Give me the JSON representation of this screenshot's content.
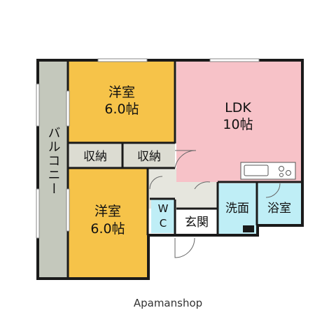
{
  "rooms": {
    "yoshitsu_top": {
      "line1": "洋室",
      "line2": "6.0帖"
    },
    "yoshitsu_bottom": {
      "line1": "洋室",
      "line2": "6.0帖"
    },
    "ldk": {
      "line1": "LDK",
      "line2": "10帖"
    },
    "storage_left": "収納",
    "storage_right": "収納",
    "balcony": "バルコニー",
    "wc_line1": "W",
    "wc_line2": "C",
    "entrance": "玄関",
    "washroom": "洗面",
    "bathroom": "浴室"
  },
  "footer": {
    "brand": "Apamanshop"
  },
  "colors": {
    "wall": "#1a1a1a",
    "balcony": "#c4c8bc",
    "western_room": "#f6c349",
    "ldk": "#f7c2c8",
    "storage": "#dcdcd2",
    "water_area": "#bfeef6",
    "hall": "#e6e6de",
    "entrance": "#ffffff"
  }
}
